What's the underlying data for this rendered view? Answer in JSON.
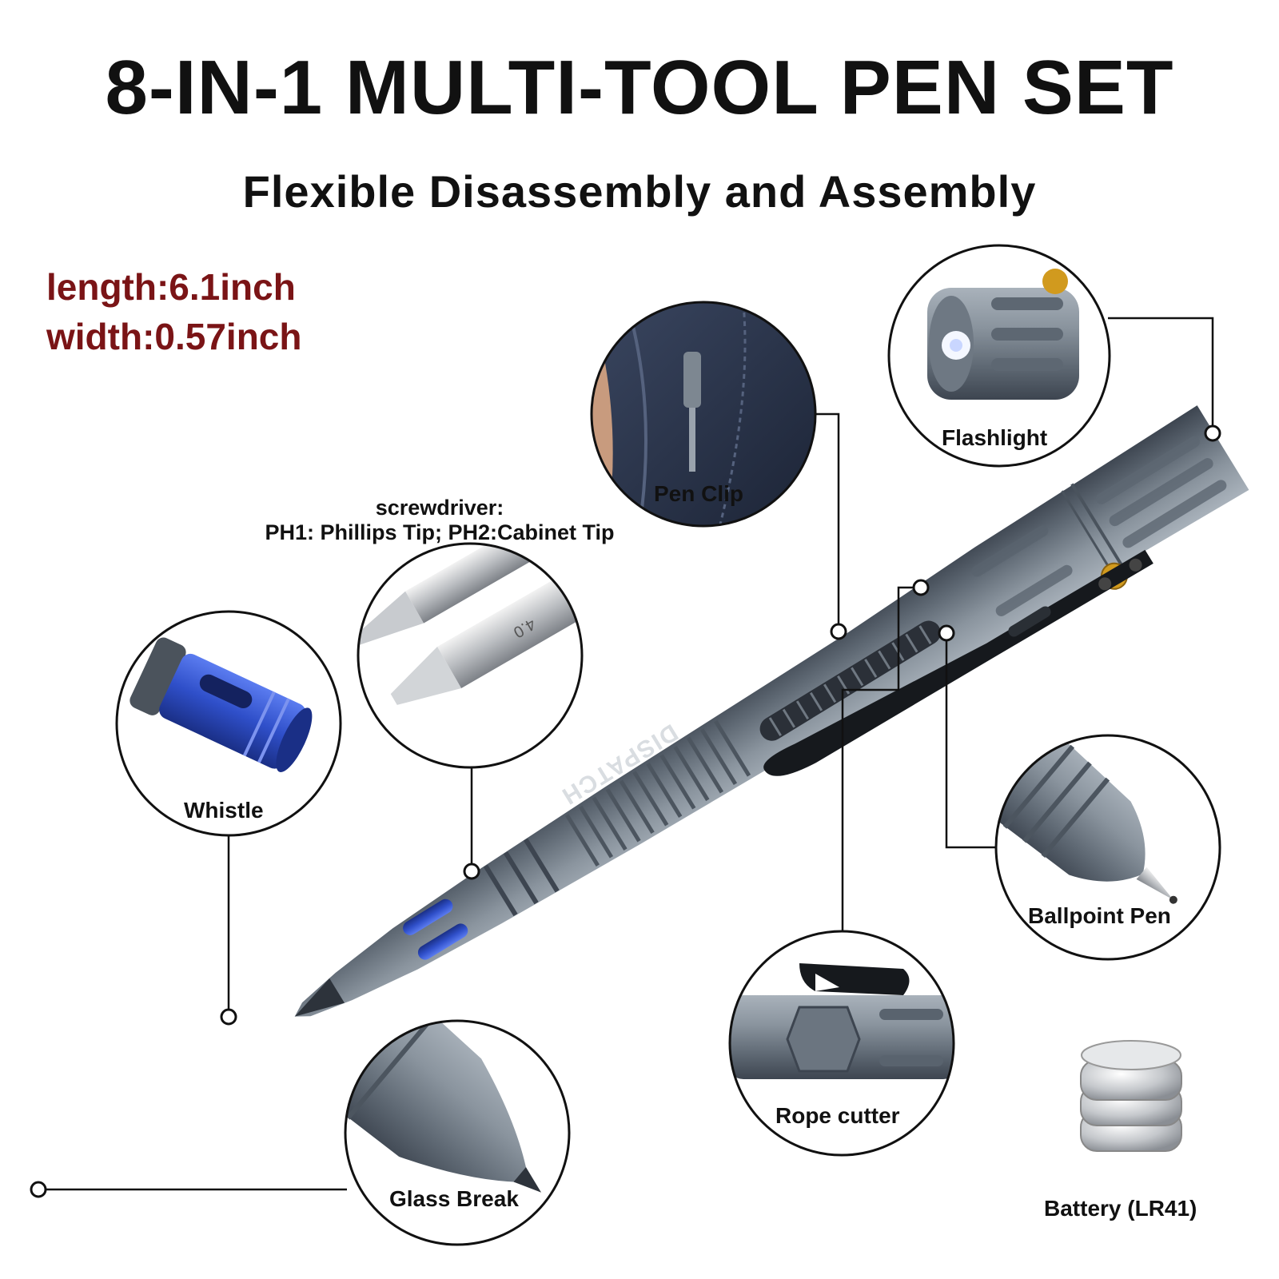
{
  "header": {
    "title": "8-IN-1 MULTI-TOOL PEN SET",
    "subtitle": "Flexible Disassembly and Assembly"
  },
  "specs": {
    "length": "length:6.1inch",
    "width": "width:0.57inch"
  },
  "screwdriver_note": {
    "line1": "screwdriver:",
    "line2": "PH1: Phillips Tip; PH2:Cabinet Tip"
  },
  "product": {
    "clip_brand": "DISPATCH",
    "screwdriver_engraving": "4.0"
  },
  "features": {
    "flashlight": "Flashlight",
    "pen_clip": "Pen Clip",
    "whistle": "Whistle",
    "ballpoint_pen": "Ballpoint Pen",
    "rope_cutter": "Rope cutter",
    "glass_break": "Glass Break",
    "battery": "Battery (LR41)"
  },
  "colors": {
    "pen_body": "#7d8791",
    "pen_dark": "#3d4550",
    "whistle_blue": "#2f4fc9",
    "accent_gold": "#d19a1e",
    "spec_text": "#7a1416"
  }
}
